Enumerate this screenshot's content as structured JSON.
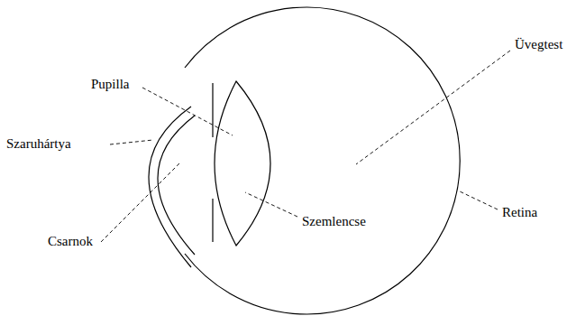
{
  "diagram": {
    "labels": [
      "Pupilla",
      "Szaruhártya",
      "Csarnok",
      "Üvegtest",
      "Szemlencse",
      "Retina"
    ]
  }
}
